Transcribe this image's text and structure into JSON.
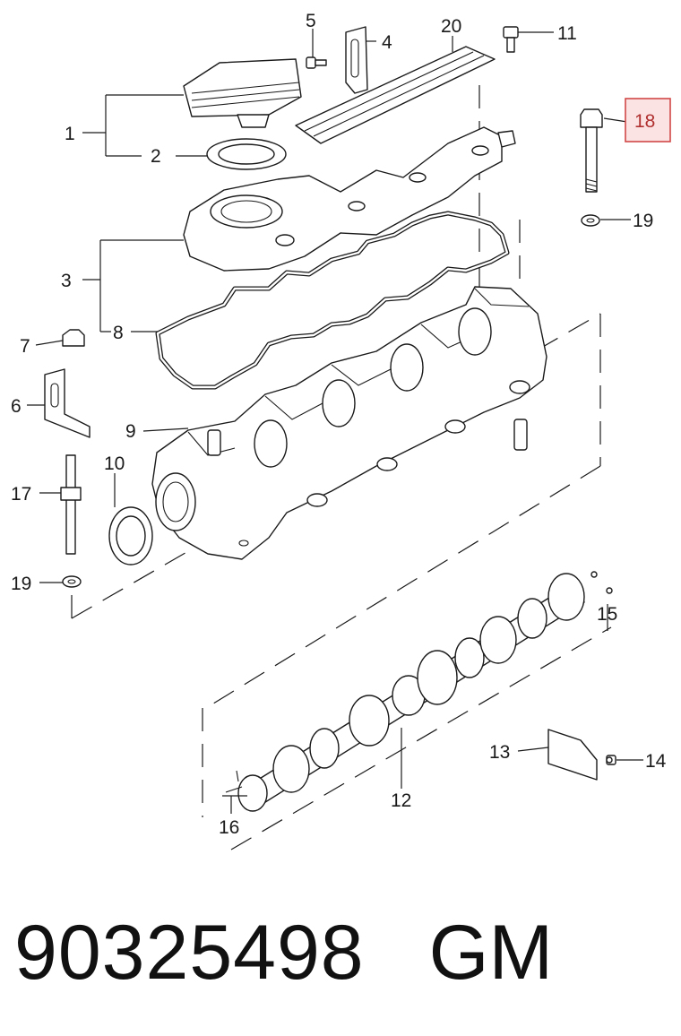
{
  "diagram": {
    "callouts": [
      {
        "id": "1",
        "text": "1",
        "highlighted": false
      },
      {
        "id": "2",
        "text": "2",
        "highlighted": false
      },
      {
        "id": "3",
        "text": "3",
        "highlighted": false
      },
      {
        "id": "4",
        "text": "4",
        "highlighted": false
      },
      {
        "id": "5",
        "text": "5",
        "highlighted": false
      },
      {
        "id": "6",
        "text": "6",
        "highlighted": false
      },
      {
        "id": "7",
        "text": "7",
        "highlighted": false
      },
      {
        "id": "8",
        "text": "8",
        "highlighted": false
      },
      {
        "id": "9",
        "text": "9",
        "highlighted": false
      },
      {
        "id": "10",
        "text": "10",
        "highlighted": false
      },
      {
        "id": "11",
        "text": "11",
        "highlighted": false
      },
      {
        "id": "12",
        "text": "12",
        "highlighted": false
      },
      {
        "id": "13",
        "text": "13",
        "highlighted": false
      },
      {
        "id": "14",
        "text": "14",
        "highlighted": false
      },
      {
        "id": "15",
        "text": "15",
        "highlighted": false
      },
      {
        "id": "16",
        "text": "16",
        "highlighted": false
      },
      {
        "id": "17",
        "text": "17",
        "highlighted": false
      },
      {
        "id": "18",
        "text": "18",
        "highlighted": true
      },
      {
        "id": "19a",
        "text": "19",
        "highlighted": false
      },
      {
        "id": "19b",
        "text": "19",
        "highlighted": false
      },
      {
        "id": "20",
        "text": "20",
        "highlighted": false
      }
    ],
    "highlight_color": "#d24848"
  },
  "footer": {
    "part_number": "90325498",
    "brand": "GM"
  }
}
